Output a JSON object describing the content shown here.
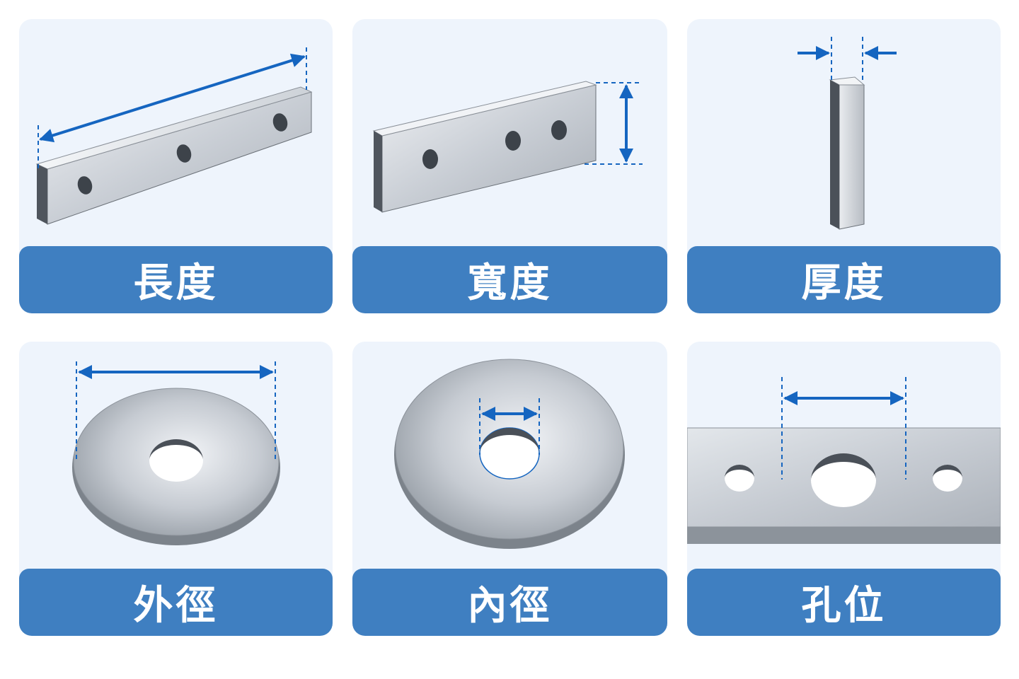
{
  "cards": [
    {
      "label": "長度",
      "icon": "length-plate-icon"
    },
    {
      "label": "寬度",
      "icon": "width-plate-icon"
    },
    {
      "label": "厚度",
      "icon": "thickness-bar-icon"
    },
    {
      "label": "外徑",
      "icon": "outer-diameter-washer-icon"
    },
    {
      "label": "內徑",
      "icon": "inner-diameter-washer-icon"
    },
    {
      "label": "孔位",
      "icon": "hole-position-plate-icon"
    }
  ],
  "colors": {
    "card_background": "#eef4fc",
    "label_background": "#3f7fc1",
    "label_text": "#ffffff",
    "dimension_arrow": "#1565c0",
    "metal_light": "#dfe3e8",
    "metal_dark": "#5a6068"
  }
}
